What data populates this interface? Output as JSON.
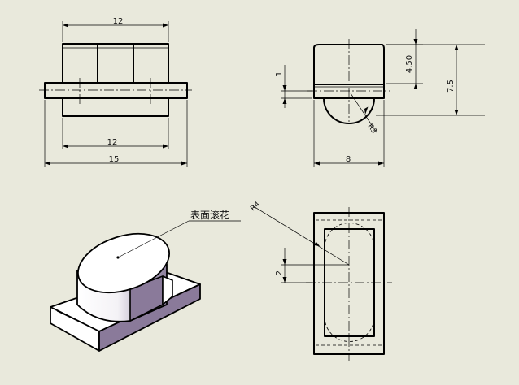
{
  "front_view": {
    "top_width_label": "12",
    "bottom_width_label": "12",
    "overall_width_label": "15"
  },
  "side_view": {
    "upper_height_label": "4.50",
    "overall_height_label": "7.5",
    "flange_thickness_label": "1",
    "radius_label": "R3",
    "width_label": "8"
  },
  "top_view": {
    "radius_label": "R4",
    "offset_label": "2"
  },
  "iso_view": {
    "note_label": "表面滚花"
  },
  "colors": {
    "background": "#e9e9dc",
    "line": "#000000",
    "shade": "#8a7a9a"
  }
}
